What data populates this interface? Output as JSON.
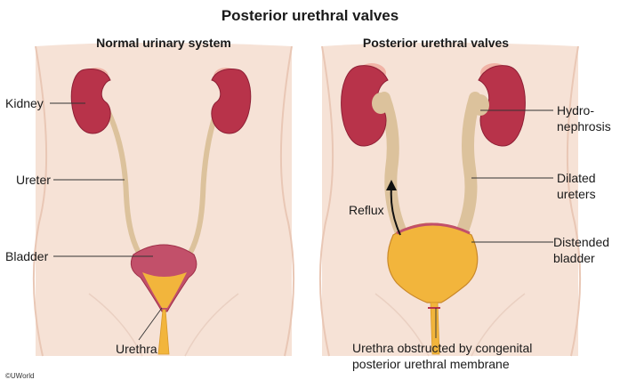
{
  "title": "Posterior urethral valves",
  "left_panel": {
    "heading": "Normal urinary system",
    "labels": {
      "kidney": "Kidney",
      "ureter": "Ureter",
      "bladder": "Bladder",
      "urethra": "Urethra"
    }
  },
  "right_panel": {
    "heading": "Posterior urethral valves",
    "labels": {
      "hydro_line1": "Hydro-",
      "hydro_line2": "nephrosis",
      "dilated_line1": "Dilated",
      "dilated_line2": "ureters",
      "reflux": "Reflux",
      "distended_line1": "Distended",
      "distended_line2": "bladder",
      "obstructed_line1": "Urethra obstructed by congenital",
      "obstructed_line2": "posterior urethral membrane"
    }
  },
  "copyright": "©UWorld",
  "colors": {
    "skin": "#f6e2d6",
    "skin_edge": "#e9c7b5",
    "kidney": "#b8334a",
    "kidney_dark": "#8e1f35",
    "adrenal": "#f1b3a6",
    "ureter": "#dcc29c",
    "bladder_normal": "#c2506a",
    "urine": "#f2b53c",
    "leader": "#333333"
  }
}
